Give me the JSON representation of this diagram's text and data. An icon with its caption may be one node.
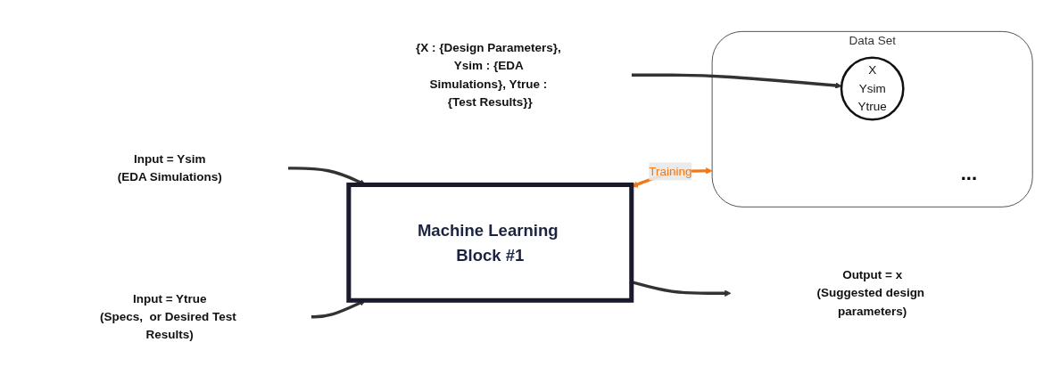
{
  "diagram": {
    "nodes": [
      {
        "text": [
          "Input = Ysim",
          "(EDA Simulations)"
        ]
      },
      {
        "text": [
          "Input = Ytrue",
          "(Specs,  or Desired Test Results)"
        ]
      },
      {
        "text": [
          "Machine Learning Block #1"
        ]
      },
      {
        "text": [
          "Output = x",
          "(Suggested design parameters)"
        ]
      },
      {
        "text": [
          "Data Set"
        ]
      },
      {
        "text": [
          "X",
          "Ysim",
          "Ytrue"
        ],
        "in": 4
      },
      {
        "text": [
          "{X : {Design Parameters}, Ysim : {EDA Simulations}, Ytrue : {Test Results}}"
        ]
      }
    ],
    "edges": [
      {
        "from": 0,
        "to": 2,
        "arrow": "to"
      },
      {
        "from": 1,
        "to": 2,
        "arrow": "to"
      },
      {
        "from": 2,
        "to": 3,
        "arrow": "to"
      },
      {
        "from": 2,
        "to": 4,
        "arrow": "both",
        "label": "Training",
        "color": "#f07a1a"
      },
      {
        "from": 6,
        "to": 5,
        "arrow": "to"
      }
    ],
    "labels": [
      "..."
    ]
  }
}
